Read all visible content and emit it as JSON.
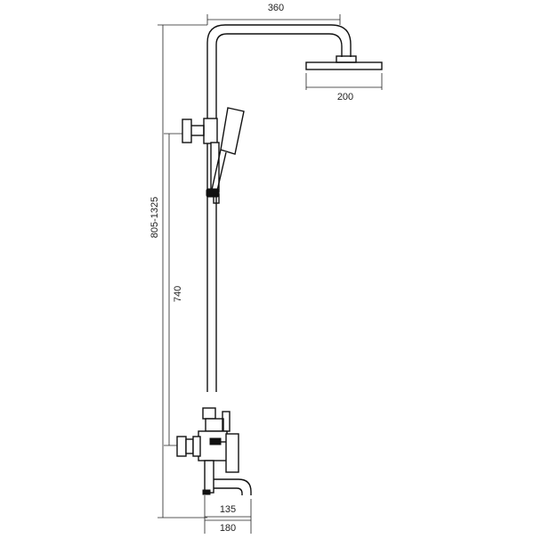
{
  "dimensions": {
    "top_width": "360",
    "head_width": "200",
    "total_height": "805-1325",
    "bar_height": "740",
    "spout_reach": "135",
    "overall_depth": "180"
  },
  "colors": {
    "line": "#111111",
    "background": "#ffffff"
  }
}
